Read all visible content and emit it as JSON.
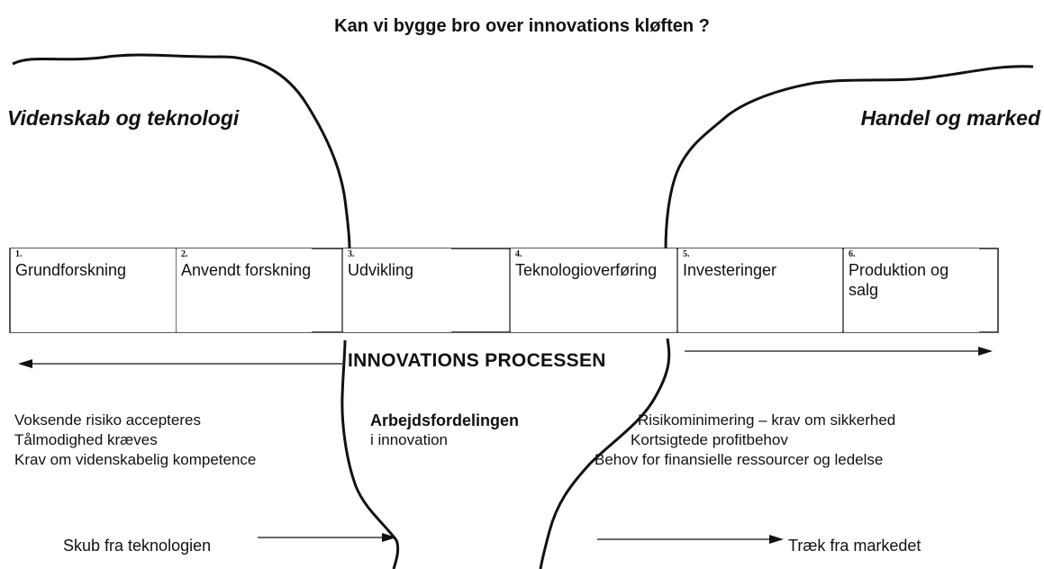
{
  "title": "Kan vi bygge bro over innovations kløften ?",
  "left_heading": "Videnskab og teknologi",
  "right_heading": "Handel og marked",
  "stages": [
    {
      "num": "1.",
      "label": "Grundforskning"
    },
    {
      "num": "2.",
      "label": "Anvendt forskning"
    },
    {
      "num": "3.",
      "label": "Udvikling"
    },
    {
      "num": "4.",
      "label": "Teknologioverføring"
    },
    {
      "num": "5.",
      "label": "Investeringer"
    },
    {
      "num": "6.",
      "label": "Produktion og salg"
    }
  ],
  "process_label": "INNOVATIONS PROCESSEN",
  "left_text": [
    "Voksende risiko accepteres",
    "Tålmodighed kræves",
    "Krav om videnskabelig kompetence"
  ],
  "middle_text": {
    "bold": "Arbejdsfordelingen",
    "normal": "i innovation"
  },
  "right_text": [
    "Risikominimering – krav om sikkerhed",
    "Kortsigtede profitbehov",
    "Behov for finansielle ressourcer og ledelse"
  ],
  "push_label": "Skub fra teknologien",
  "pull_label": "Træk fra markedet",
  "colors": {
    "line": "#111111",
    "background": "#ffffff"
  }
}
